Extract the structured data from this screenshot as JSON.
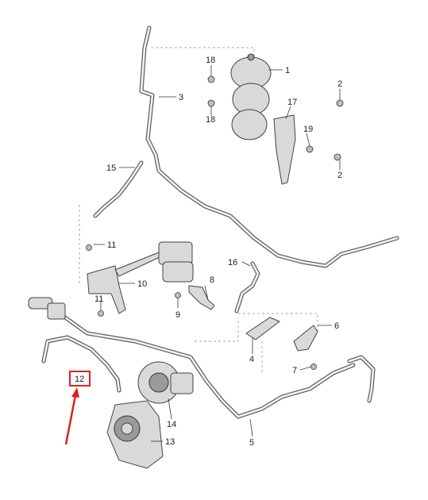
{
  "callouts": {
    "c1": "1",
    "c2a": "2",
    "c2b": "2",
    "c3": "3",
    "c4": "4",
    "c5": "5",
    "c6": "6",
    "c7": "7",
    "c8": "8",
    "c9": "9",
    "c10": "10",
    "c11a": "11",
    "c11b": "11",
    "c12": "12",
    "c13": "13",
    "c14": "14",
    "c15": "15",
    "c16": "16",
    "c17": "17",
    "c18a": "18",
    "c18b": "18",
    "c19": "19"
  },
  "highlight": {
    "label": "12",
    "box_color": "#e0201f",
    "arrow_color": "#e0201f"
  }
}
